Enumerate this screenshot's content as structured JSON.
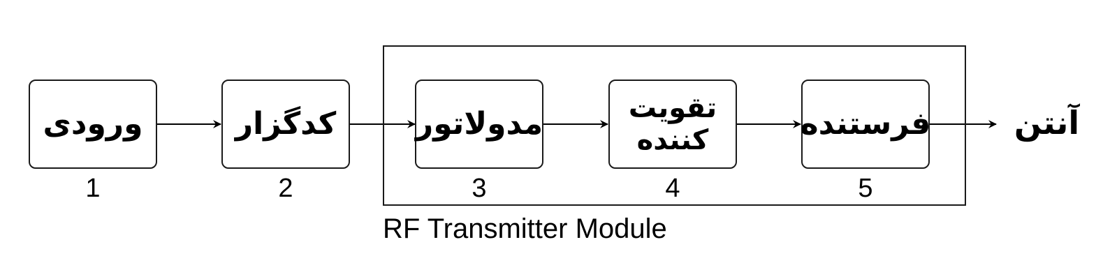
{
  "diagram": {
    "module_label": "RF Transmitter Module",
    "output_label": "آنتن",
    "blocks": [
      {
        "label": "ورودی",
        "number": "1"
      },
      {
        "label": "کدگزار",
        "number": "2"
      },
      {
        "label": "مدولاتور",
        "number": "3"
      },
      {
        "label_line1": "تقویت",
        "label_line2": "کننده",
        "number": "4"
      },
      {
        "label": "فرستنده",
        "number": "5"
      }
    ]
  }
}
